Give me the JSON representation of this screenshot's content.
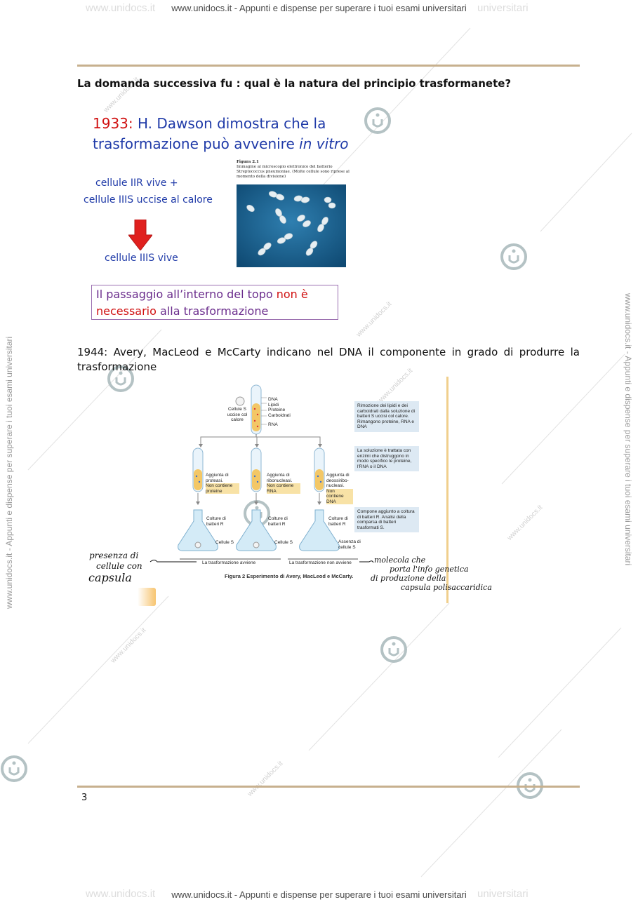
{
  "watermark": {
    "top": "www.unidocs.it - Appunti e dispense per superare i tuoi esami universitari",
    "bottom": "www.unidocs.it - Appunti e dispense per superare i tuoi esami universitari",
    "ghost_left": "www.unidocs.it",
    "ghost_right": "universitari",
    "side": "www.unidocs.it - Appunti e dispense per superare i tuoi esami universitari",
    "diagonal": "www.unidocs.it"
  },
  "question": "La domanda successiva fu : qual è la natura del principio trasformanete?",
  "slide_1933": {
    "year": "1933:",
    "line1_rest": " H. Dawson dimostra che la",
    "line2_pre": "trasformazione può avvenire ",
    "line2_it": "in vitro",
    "label1": "cellule IIR vive +",
    "label2": "cellule IIIS uccise al calore",
    "label3": "cellule IIIS vive",
    "micro_title": "Figura 2.1",
    "micro_text": "Immagine al microscopio elettronico del batterio Streptococcus pneumoniae. (Molte cellule sono riprese al momento della divisione)",
    "box_a": "Il passaggio all’interno del topo ",
    "box_red1": "non è",
    "box_red2": "necessario",
    "box_b": " alla trasformazione",
    "arrow_color": "#e0201e"
  },
  "para_1944": "1944:  Avery, MacLeod e McCarty indicano nel DNA il componente in grado di produrre la trasformazione",
  "figure": {
    "tube_labels": [
      "DNA",
      "Lipidi",
      "Proteine",
      "Carboidrati",
      "RNA"
    ],
    "cells_label": "Cellule S uccise col calore",
    "note1": "Rimozione dei lipidi e dei carboidrati dalla soluzione di batteri S uccisi col calore. Rimangono proteine, RNA e DNA",
    "note2": "La soluzione è trattata con enzimi che distruggono in modo specifico le proteine, l'RNA o il DNA",
    "note3": "Compone aggiunto a coltura di batteri R. Analisi della comparsa di batteri trasformati S.",
    "branch1_a": "Aggiunta di proteasi.",
    "branch1_b": "Non contiene proteine",
    "branch2_a": "Aggiunta di ribonucleasi.",
    "branch2_b": "Non contiene RNA",
    "branch3_a": "Aggiunta di deossiribo-nucleasi.",
    "branch3_b": "Non contiene DNA",
    "culture_label": "Colture di batteri R",
    "cells_s": "Cellule S",
    "absence_s": "Assenza di cellule S",
    "occurs": "La trasformazione avviene",
    "not_occurs": "La trasformazione non avviene",
    "caption": "Figura 2  Esperimento di Avery, MacLeod e McCarty."
  },
  "handwriting": {
    "left1": "presenza di",
    "left2": "cellule con",
    "left3": "capsula",
    "right1": "molecola che",
    "right2": "porta l'info genetica",
    "right3": "di produzione della",
    "right4": "capsula polisaccaridica"
  },
  "page_number": "3"
}
